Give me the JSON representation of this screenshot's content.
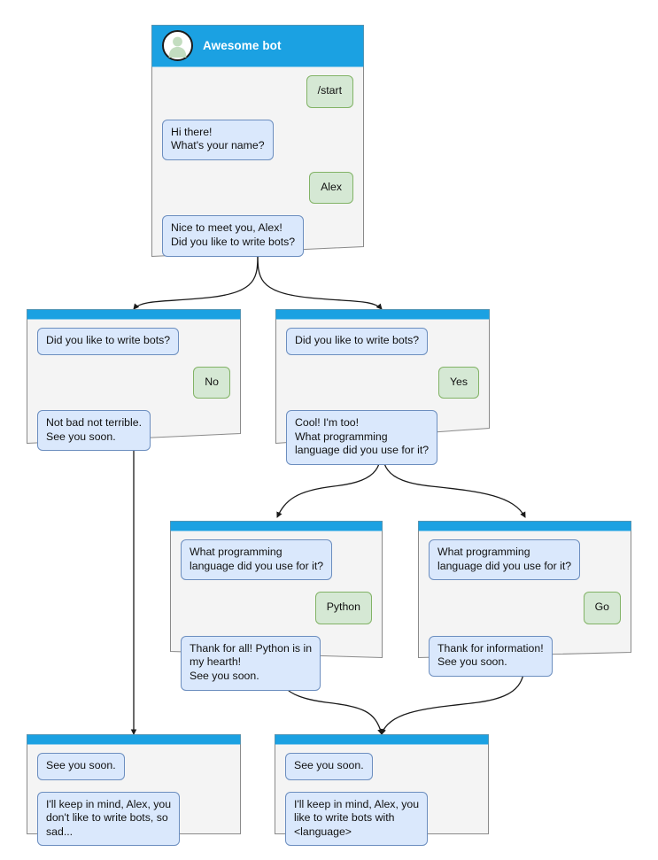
{
  "colors": {
    "header_blue": "#1ba1e2",
    "card_face": "#f4f4f4",
    "card_border": "#8a8a8a",
    "bot_bubble_fill": "#dae8fc",
    "bot_bubble_border": "#6c8ebf",
    "user_bubble_fill": "#d5e8d4",
    "user_bubble_border": "#82b366",
    "avatar_fill": "#ffffff",
    "avatar_border": "#1a1a1a",
    "avatar_person": "#c3ddc0",
    "connector": "#1a1a1a",
    "canvas": "#ffffff"
  },
  "root": {
    "title": "Awesome bot",
    "avatar_icon": "person-avatar-icon",
    "messages": [
      {
        "from": "user",
        "text": "/start"
      },
      {
        "from": "bot",
        "text": "Hi there!\nWhat's your name?"
      },
      {
        "from": "user",
        "text": "Alex"
      },
      {
        "from": "bot",
        "text": "Nice to meet you, Alex!\nDid you like to write bots?"
      }
    ]
  },
  "branch_no": {
    "messages": [
      {
        "from": "bot",
        "text": "Did you like to write bots?"
      },
      {
        "from": "user",
        "text": "No"
      },
      {
        "from": "bot",
        "text": "Not bad not terrible.\nSee you soon."
      }
    ]
  },
  "branch_yes": {
    "messages": [
      {
        "from": "bot",
        "text": "Did you like to write bots?"
      },
      {
        "from": "user",
        "text": "Yes"
      },
      {
        "from": "bot",
        "text": "Cool! I'm too!\nWhat programming\nlanguage did you use for it?"
      }
    ]
  },
  "branch_python": {
    "messages": [
      {
        "from": "bot",
        "text": "What programming\nlanguage did you use for it?"
      },
      {
        "from": "user",
        "text": "Python"
      },
      {
        "from": "bot",
        "text": "Thank for all! Python is in\nmy hearth!\nSee you soon."
      }
    ]
  },
  "branch_go": {
    "messages": [
      {
        "from": "bot",
        "text": "What programming\nlanguage did you use for it?"
      },
      {
        "from": "user",
        "text": "Go"
      },
      {
        "from": "bot",
        "text": "Thank for information!\nSee you soon."
      }
    ]
  },
  "end_sad": {
    "messages": [
      {
        "from": "bot",
        "text": "See you soon."
      },
      {
        "from": "bot",
        "text": "I'll keep in mind, Alex, you\ndon't like to write bots, so\nsad..."
      }
    ]
  },
  "end_happy": {
    "messages": [
      {
        "from": "bot",
        "text": "See you soon."
      },
      {
        "from": "bot",
        "text": "I'll keep in mind, Alex, you\nlike to write bots with\n<language>"
      }
    ]
  }
}
